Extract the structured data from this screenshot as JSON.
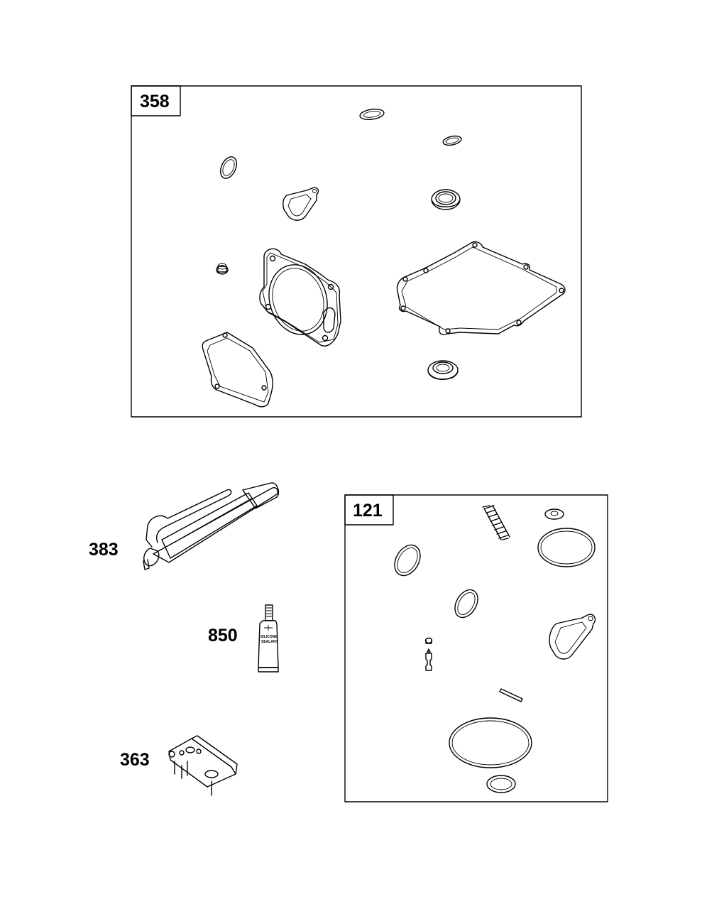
{
  "kits": {
    "gasket_set": {
      "number": "358"
    },
    "carb_kit": {
      "number": "121"
    }
  },
  "parts": {
    "spark_plug_wrench": {
      "number": "383"
    },
    "sealant": {
      "number": "850",
      "tube_line1": "SILICONE",
      "tube_line2": "SEALANT"
    },
    "gauge": {
      "number": "363"
    }
  }
}
